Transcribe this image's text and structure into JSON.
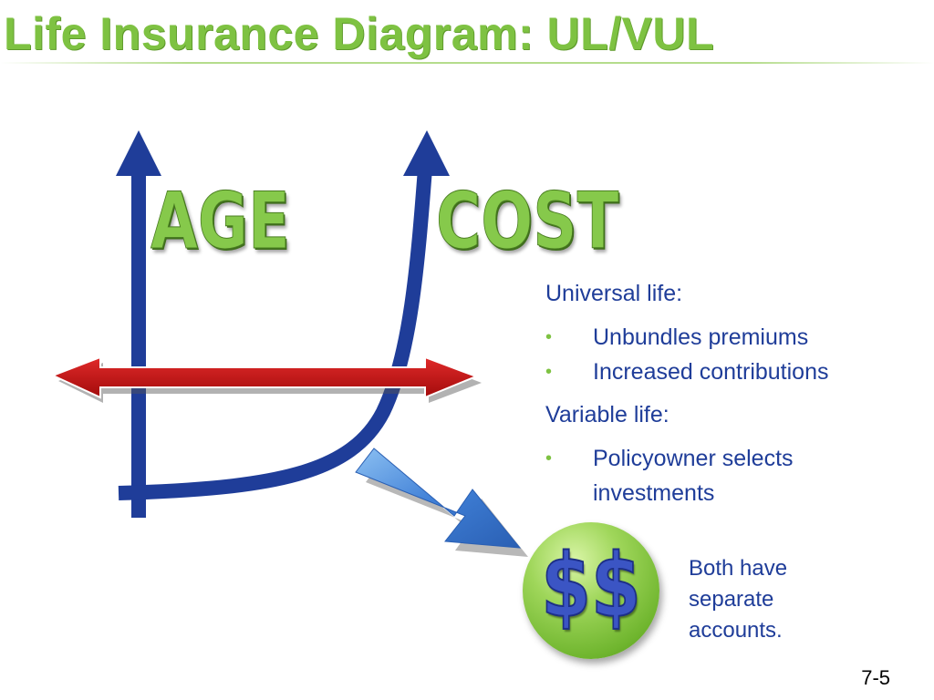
{
  "title": "Life Insurance Diagram: UL/VUL",
  "labels": {
    "age": "AGE",
    "cost": "COST"
  },
  "sections": [
    {
      "heading": "Universal life:",
      "bullets": [
        "Unbundles premiums",
        "Increased contributions"
      ]
    },
    {
      "heading": "Variable life:",
      "bullets": [
        "Policyowner selects investments"
      ]
    }
  ],
  "bullet_symbol": "•",
  "coin_symbol": "$$",
  "note": "Both have separate accounts.",
  "slide_number": "7-5",
  "colors": {
    "title_green": "#7ec242",
    "axis_blue": "#1f3d99",
    "arrow_red": "#cc1111",
    "arrow_light_blue": "#3f7fd6",
    "coin_green": "#8bcd48"
  }
}
